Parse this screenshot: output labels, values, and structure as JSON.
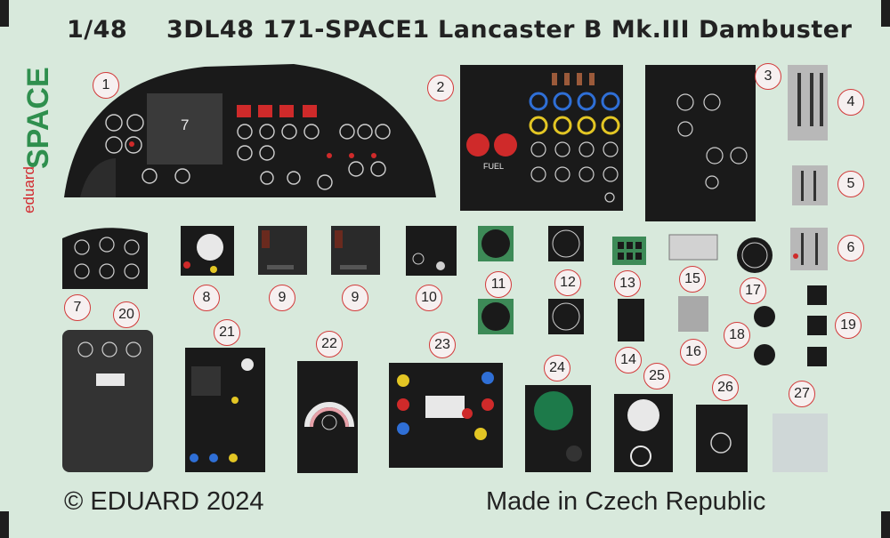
{
  "header": {
    "scale": "1/48",
    "code": "3DL48 171-SPACE1",
    "title": "Lancaster B Mk.III Dambuster"
  },
  "brand": {
    "maker": "eduard",
    "line": "SPACE"
  },
  "footer": {
    "copyright": "© EDUARD 2024",
    "origin": "Made in Czech Republic"
  },
  "panel_labels": {
    "screen_number": "7",
    "fuel": "FUEL"
  },
  "callouts": [
    "1",
    "2",
    "3",
    "4",
    "5",
    "6",
    "7",
    "20",
    "8",
    "9",
    "9",
    "10",
    "11",
    "12",
    "13",
    "15",
    "17",
    "14",
    "16",
    "18",
    "19",
    "21",
    "22",
    "23",
    "24",
    "25",
    "26",
    "27"
  ],
  "colors": {
    "background": "#d8e9dc",
    "panel": "#1a1a1a",
    "callout_ring": "#d23a3a",
    "brand_red": "#d2282e",
    "brand_green": "#2f8f4e"
  }
}
